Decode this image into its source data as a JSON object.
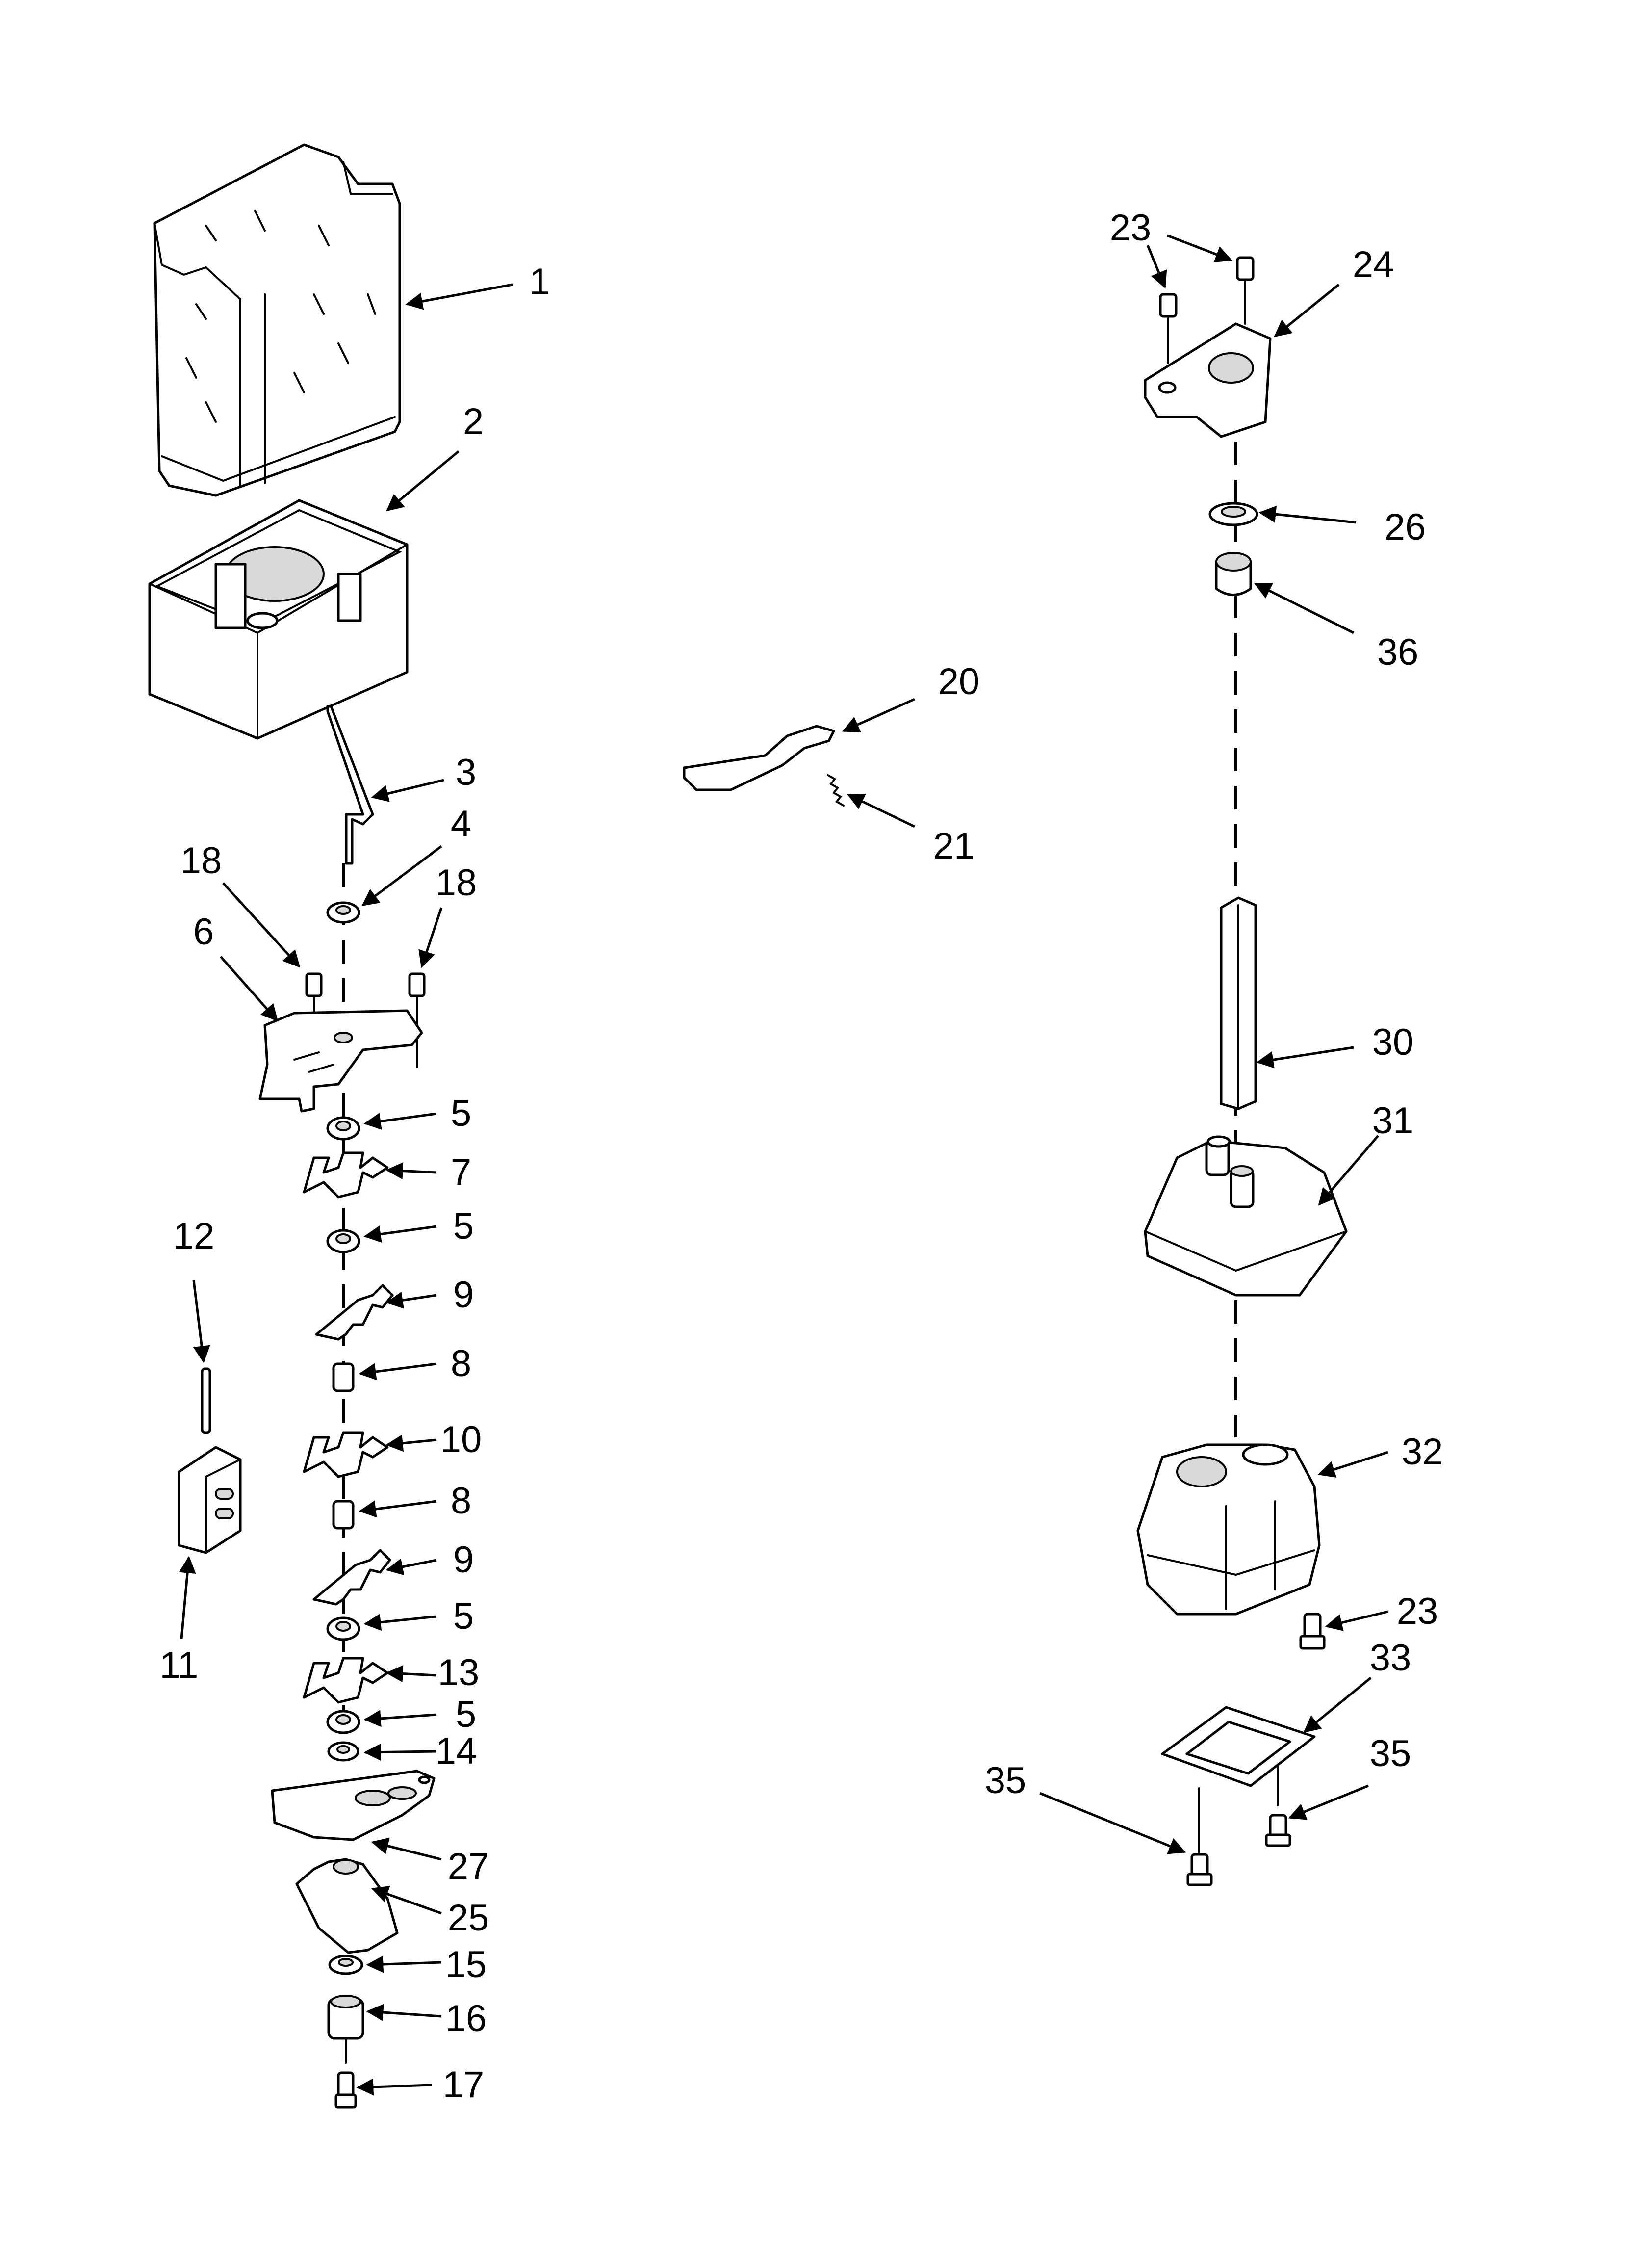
{
  "diagram": {
    "type": "exploded-parts-view",
    "callouts": [
      {
        "id": "c1",
        "label": "1"
      },
      {
        "id": "c2",
        "label": "2"
      },
      {
        "id": "c3",
        "label": "3"
      },
      {
        "id": "c4",
        "label": "4"
      },
      {
        "id": "c18a",
        "label": "18"
      },
      {
        "id": "c18b",
        "label": "18"
      },
      {
        "id": "c6",
        "label": "6"
      },
      {
        "id": "c5a",
        "label": "5"
      },
      {
        "id": "c7",
        "label": "7"
      },
      {
        "id": "c5b",
        "label": "5"
      },
      {
        "id": "c12",
        "label": "12"
      },
      {
        "id": "c9a",
        "label": "9"
      },
      {
        "id": "c8a",
        "label": "8"
      },
      {
        "id": "c10",
        "label": "10"
      },
      {
        "id": "c8b",
        "label": "8"
      },
      {
        "id": "c11",
        "label": "11"
      },
      {
        "id": "c9b",
        "label": "9"
      },
      {
        "id": "c5c",
        "label": "5"
      },
      {
        "id": "c13",
        "label": "13"
      },
      {
        "id": "c5d",
        "label": "5"
      },
      {
        "id": "c14",
        "label": "14"
      },
      {
        "id": "c27",
        "label": "27"
      },
      {
        "id": "c25",
        "label": "25"
      },
      {
        "id": "c15",
        "label": "15"
      },
      {
        "id": "c16",
        "label": "16"
      },
      {
        "id": "c17",
        "label": "17"
      },
      {
        "id": "c20",
        "label": "20"
      },
      {
        "id": "c21",
        "label": "21"
      },
      {
        "id": "c23a",
        "label": "23"
      },
      {
        "id": "c24",
        "label": "24"
      },
      {
        "id": "c26",
        "label": "26"
      },
      {
        "id": "c36",
        "label": "36"
      },
      {
        "id": "c30",
        "label": "30"
      },
      {
        "id": "c31",
        "label": "31"
      },
      {
        "id": "c32",
        "label": "32"
      },
      {
        "id": "c23b",
        "label": "23"
      },
      {
        "id": "c33",
        "label": "33"
      },
      {
        "id": "c35a",
        "label": "35"
      },
      {
        "id": "c35b",
        "label": "35"
      }
    ]
  }
}
